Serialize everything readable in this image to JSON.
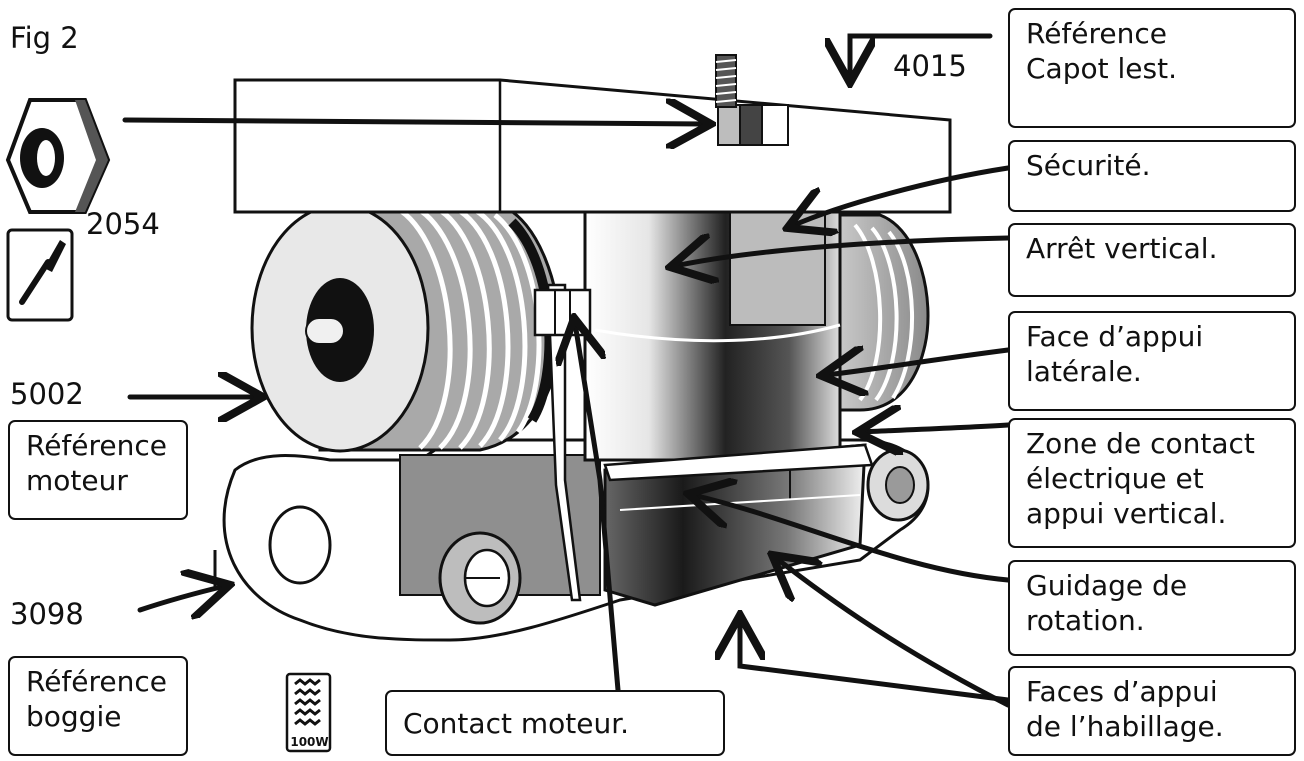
{
  "figure_title": "Fig 2",
  "refs": {
    "capot": "4015",
    "ecrou": "2054",
    "moteur": "5002",
    "boggie": "3098"
  },
  "callouts": {
    "reference_capot": [
      "Référence",
      "Capot lest."
    ],
    "securite": [
      "Sécurité."
    ],
    "arret_vertical": [
      "Arrêt vertical."
    ],
    "face_appui_laterale": [
      "Face d’appui",
      "latérale."
    ],
    "zone_contact": [
      "Zone de contact",
      "électrique et",
      "appui vertical."
    ],
    "guidage_rotation": [
      "Guidage de",
      "rotation."
    ],
    "faces_appui_habillage": [
      "Faces d’appui",
      "de l’habillage."
    ],
    "reference_moteur": [
      "Référence",
      "moteur"
    ],
    "reference_boggie": [
      "Référence",
      "boggie"
    ],
    "contact_moteur": [
      "Contact moteur."
    ]
  },
  "power_badge": "100W",
  "colors": {
    "ink": "#111111",
    "paper": "#ffffff",
    "light_gray": "#e6e6e6",
    "mid_gray": "#9a9a9a"
  }
}
